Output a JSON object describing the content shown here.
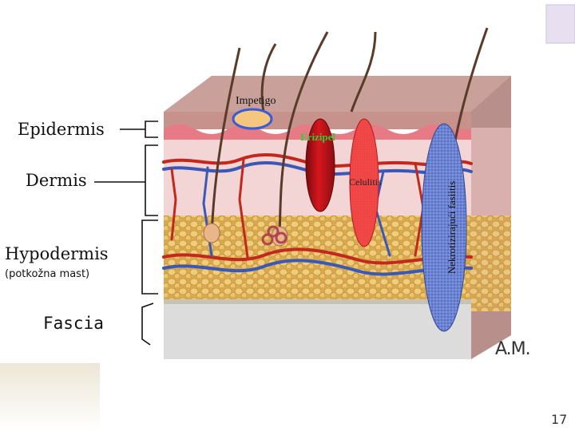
{
  "layers": {
    "epidermis": "Epidermis",
    "dermis": "Dermis",
    "hypodermis": "Hypodermis",
    "hypodermis_sub": "(potkožna mast)",
    "fascia": "Fascia"
  },
  "infections": {
    "impetigo": "Impetigo",
    "erizipel": "Erizipel",
    "celulitis": "Celulitis",
    "nekrotizirajuci_fasciitis": "Nekrotizirajući fasiitis"
  },
  "colors": {
    "impetigo_fill": "#f5c77e",
    "impetigo_stroke": "#3a5bd9",
    "erizipel_fill": "#c0121a",
    "celulitis_fill": "#f24a4a",
    "fasciitis_fill": "#6f86d6",
    "erizipel_text": "#37c837",
    "fascia_band": "#dcdcdc",
    "hypodermis_fat": "#e6c06a",
    "dermis": "#f3d2d2",
    "epidermis": "#c79a94"
  },
  "credit": "A.M.",
  "page_number": "17"
}
